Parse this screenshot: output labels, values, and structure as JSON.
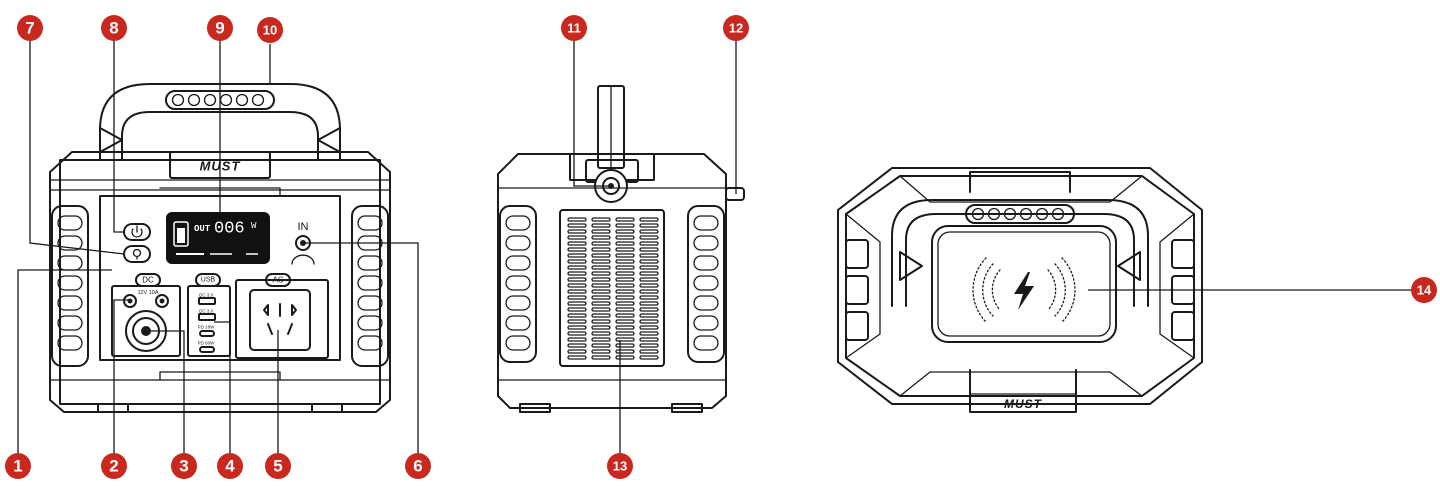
{
  "callouts": [
    "1",
    "2",
    "3",
    "4",
    "5",
    "6",
    "7",
    "8",
    "9",
    "10",
    "11",
    "12",
    "13",
    "14"
  ],
  "labels": {
    "brand": "MUST",
    "dc": "DC",
    "usb": "USB",
    "ac": "AC",
    "in": "IN",
    "dc_rating": "12V 10A",
    "qc1": "QC 3.0",
    "qc2": "QC 3.0",
    "pd1": "PD 18W",
    "pd2": "PD 60W",
    "screen_out": "OUT",
    "screen_value": "006",
    "screen_unit": "W"
  },
  "colors": {
    "badge": "#c8281e",
    "line": "#1a1a1a",
    "background": "#ffffff"
  },
  "icons": [
    "power-icon",
    "light-icon",
    "lightning-bolt-icon",
    "ac-socket-icon",
    "battery-icon"
  ]
}
